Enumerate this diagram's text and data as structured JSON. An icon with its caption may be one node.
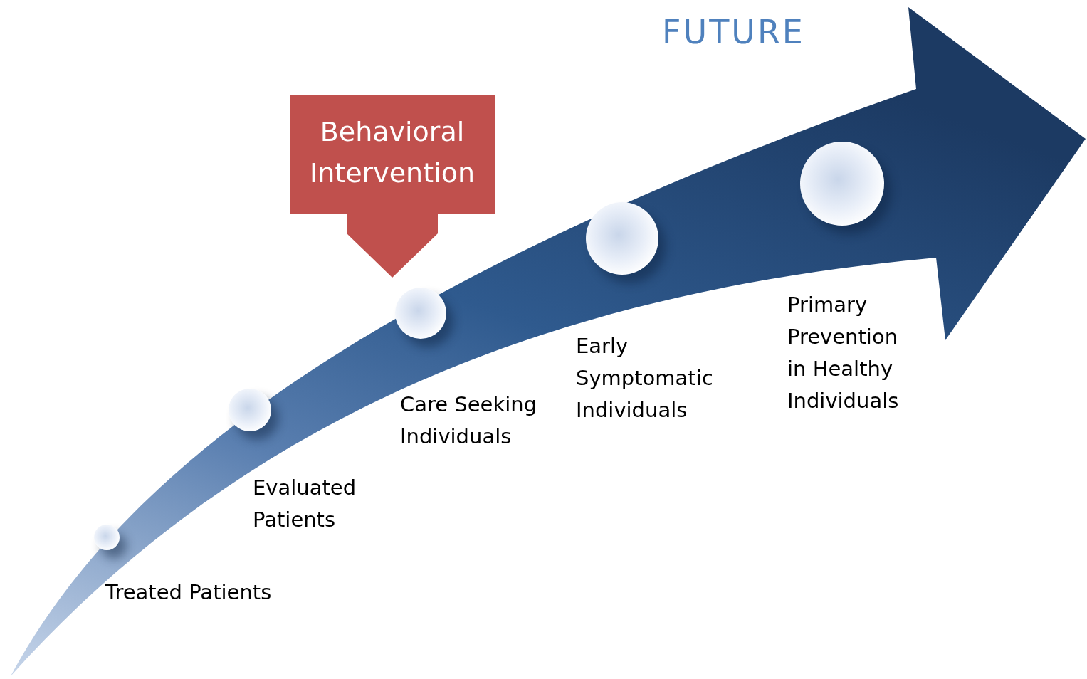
{
  "diagram": {
    "nodes": [
      {
        "text": [],
        "shape": "circle",
        "beside": [
          "Treated Patients"
        ]
      },
      {
        "text": [],
        "shape": "circle",
        "beside": [
          "Evaluated Patients"
        ]
      },
      {
        "text": [],
        "shape": "circle",
        "beside": [
          "Care Seeking Individuals"
        ]
      },
      {
        "text": [],
        "shape": "circle",
        "beside": [
          "Early Symptomatic Individuals"
        ]
      },
      {
        "text": [],
        "shape": "circle",
        "beside": [
          "Primary Prevention in Healthy Individuals"
        ]
      },
      {
        "text": [
          "Behavioral Intervention"
        ]
      }
    ],
    "labels": [
      "FUTURE"
    ]
  }
}
